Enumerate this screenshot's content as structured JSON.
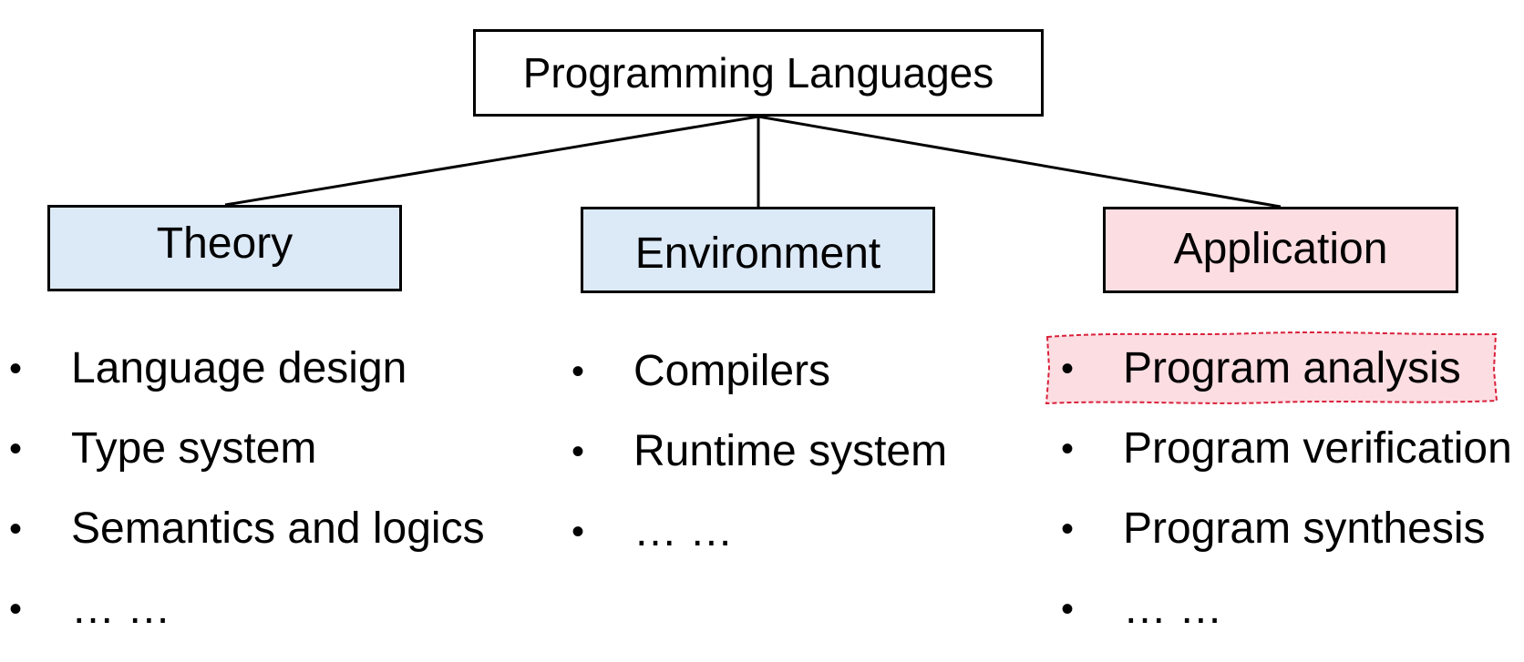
{
  "root": {
    "label": "Programming Languages"
  },
  "branches": [
    {
      "label": "Theory",
      "fill": "#dce9f7",
      "items": [
        "Language design",
        "Type system",
        "Semantics and logics",
        "… …"
      ]
    },
    {
      "label": "Environment",
      "fill": "#dce9f7",
      "items": [
        "Compilers",
        "Runtime system",
        "… …"
      ]
    },
    {
      "label": "Application",
      "fill": "#fbdde2",
      "items": [
        "Program analysis",
        "Program verification",
        "Program synthesis",
        "… …"
      ],
      "highlighted_item": "Program analysis"
    }
  ],
  "bullet_symbol": "•",
  "colors": {
    "line": "#000000",
    "highlight_border": "#d9213a",
    "highlight_fill": "#fbdde2"
  }
}
